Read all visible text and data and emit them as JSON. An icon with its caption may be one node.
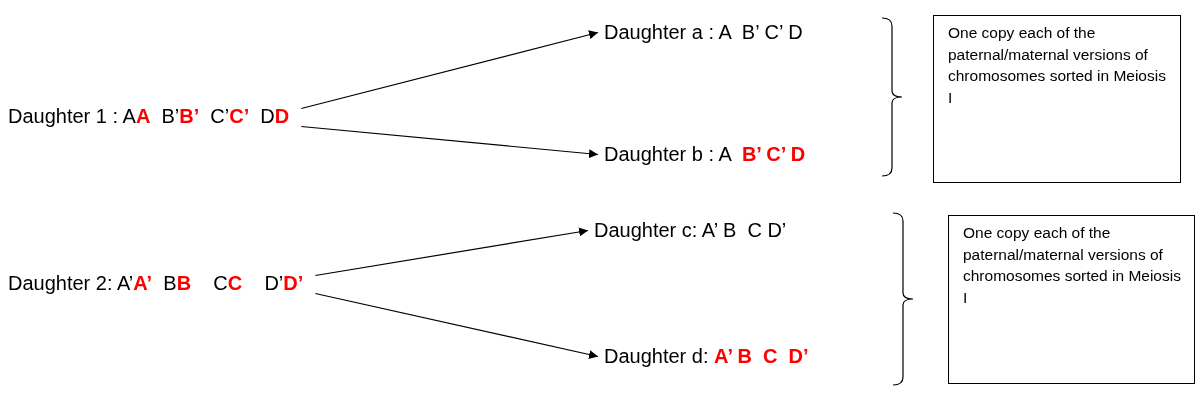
{
  "diagram": {
    "nodes": [
      {
        "text": [
          "Daughter 1 : A**A**  B’**B’**  C’**C’**  D**D**"
        ]
      },
      {
        "text": [
          "Daughter a : A  B’ C’ D"
        ]
      },
      {
        "text": [
          "Daughter b : A  **B’ C’ D**"
        ]
      },
      {
        "text": [
          "One copy each of the paternal/maternal versions of chromosomes sorted in Meiosis I"
        ]
      },
      {
        "text": [
          "Daughter 2: A’**A’**  B**B**    C**C**    D’**D’**"
        ]
      },
      {
        "text": [
          "Daughter c: A’ B  C D’"
        ]
      },
      {
        "text": [
          "Daughter d: **A’ B  C  D’**"
        ]
      },
      {
        "text": [
          "One copy each of the paternal/maternal versions of chromosomes sorted in Meiosis I"
        ]
      }
    ],
    "edges": [
      {
        "from": 0,
        "to": 1,
        "arrow": "to"
      },
      {
        "from": 0,
        "to": 2,
        "arrow": "to"
      },
      {
        "from": 4,
        "to": 5,
        "arrow": "to"
      },
      {
        "from": 4,
        "to": 6,
        "arrow": "to"
      }
    ]
  }
}
